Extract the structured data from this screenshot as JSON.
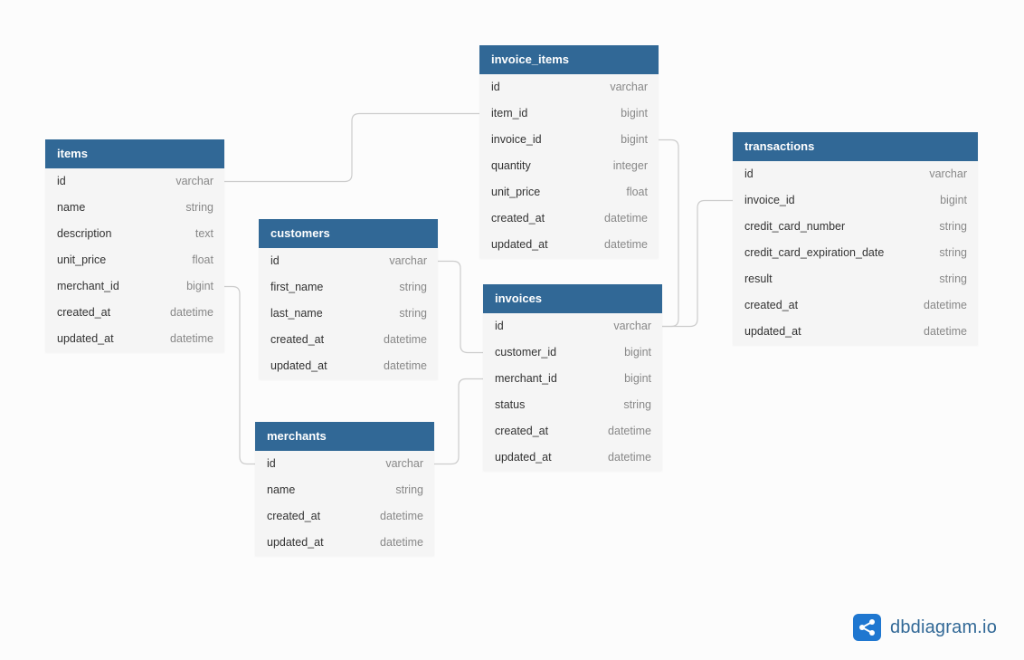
{
  "colors": {
    "header": "#316896",
    "header_text": "#ffffff",
    "body": "#f5f5f5",
    "column_name": "#333333",
    "column_type": "#888888",
    "connector": "#cccccc",
    "background": "#fcfcfc"
  },
  "tables": [
    {
      "id": "items",
      "name": "items",
      "columns": [
        {
          "name": "id",
          "type": "varchar"
        },
        {
          "name": "name",
          "type": "string"
        },
        {
          "name": "description",
          "type": "text"
        },
        {
          "name": "unit_price",
          "type": "float"
        },
        {
          "name": "merchant_id",
          "type": "bigint"
        },
        {
          "name": "created_at",
          "type": "datetime"
        },
        {
          "name": "updated_at",
          "type": "datetime"
        }
      ]
    },
    {
      "id": "invoice_items",
      "name": "invoice_items",
      "columns": [
        {
          "name": "id",
          "type": "varchar"
        },
        {
          "name": "item_id",
          "type": "bigint"
        },
        {
          "name": "invoice_id",
          "type": "bigint"
        },
        {
          "name": "quantity",
          "type": "integer"
        },
        {
          "name": "unit_price",
          "type": "float"
        },
        {
          "name": "created_at",
          "type": "datetime"
        },
        {
          "name": "updated_at",
          "type": "datetime"
        }
      ]
    },
    {
      "id": "customers",
      "name": "customers",
      "columns": [
        {
          "name": "id",
          "type": "varchar"
        },
        {
          "name": "first_name",
          "type": "string"
        },
        {
          "name": "last_name",
          "type": "string"
        },
        {
          "name": "created_at",
          "type": "datetime"
        },
        {
          "name": "updated_at",
          "type": "datetime"
        }
      ]
    },
    {
      "id": "invoices",
      "name": "invoices",
      "columns": [
        {
          "name": "id",
          "type": "varchar"
        },
        {
          "name": "customer_id",
          "type": "bigint"
        },
        {
          "name": "merchant_id",
          "type": "bigint"
        },
        {
          "name": "status",
          "type": "string"
        },
        {
          "name": "created_at",
          "type": "datetime"
        },
        {
          "name": "updated_at",
          "type": "datetime"
        }
      ]
    },
    {
      "id": "transactions",
      "name": "transactions",
      "columns": [
        {
          "name": "id",
          "type": "varchar"
        },
        {
          "name": "invoice_id",
          "type": "bigint"
        },
        {
          "name": "credit_card_number",
          "type": "string"
        },
        {
          "name": "credit_card_expiration_date",
          "type": "string"
        },
        {
          "name": "result",
          "type": "string"
        },
        {
          "name": "created_at",
          "type": "datetime"
        },
        {
          "name": "updated_at",
          "type": "datetime"
        }
      ]
    },
    {
      "id": "merchants",
      "name": "merchants",
      "columns": [
        {
          "name": "id",
          "type": "varchar"
        },
        {
          "name": "name",
          "type": "string"
        },
        {
          "name": "created_at",
          "type": "datetime"
        },
        {
          "name": "updated_at",
          "type": "datetime"
        }
      ]
    }
  ],
  "relations": [
    {
      "from": "items.id",
      "to": "invoice_items.item_id"
    },
    {
      "from": "invoice_items.invoice_id",
      "to": "invoices.id"
    },
    {
      "from": "invoices.id",
      "to": "transactions.invoice_id"
    },
    {
      "from": "customers.id",
      "to": "invoices.customer_id"
    },
    {
      "from": "merchants.id",
      "to": "invoices.merchant_id"
    },
    {
      "from": "items.merchant_id",
      "to": "merchants.id"
    }
  ],
  "brand": {
    "text": "dbdiagram.io",
    "icon": "share-nodes-icon"
  }
}
